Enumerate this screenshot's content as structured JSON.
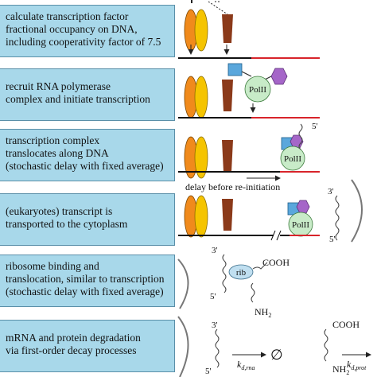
{
  "steps": [
    {
      "text": "calculate transcription factor\nfractional occupancy on DNA,\nincluding cooperativity factor of 7.5"
    },
    {
      "text": "recruit RNA polymerase\ncomplex and initiate transcription"
    },
    {
      "text": "transcription complex\ntranslocates along DNA\n(stochastic delay with fixed average)"
    },
    {
      "text": "(eukaryotes) transcript is\ntransported to the cytoplasm"
    },
    {
      "text": "ribosome binding and\ntranslocation, similar to transcription\n(stochastic delay with fixed average)"
    },
    {
      "text": "mRNA and protein degradation\nvia first-order decay processes"
    }
  ],
  "labels": {
    "polymerase": "PolII",
    "delay": "delay before re-initiation",
    "five_prime": "5'",
    "three_prime": "3'",
    "ribosome": "rib",
    "cooh": "COOH",
    "nh2": "NH",
    "nh2_sub": "2",
    "k_rna": "k",
    "k_rna_sub": "d,rna",
    "k_prot": "k",
    "k_prot_sub": "d,prot",
    "null_symbol": "∅"
  },
  "colors": {
    "box_fill": "#a8d8ea",
    "tf_orange": "#f08a1c",
    "tf_yellow": "#f5c400",
    "repressor_brown": "#8b3a1a",
    "dna_red": "#d8242b",
    "polymerase_green": "#c8ebc8",
    "cofactor_blue": "#5aa7dc",
    "cofactor_purple": "#a566c8"
  }
}
